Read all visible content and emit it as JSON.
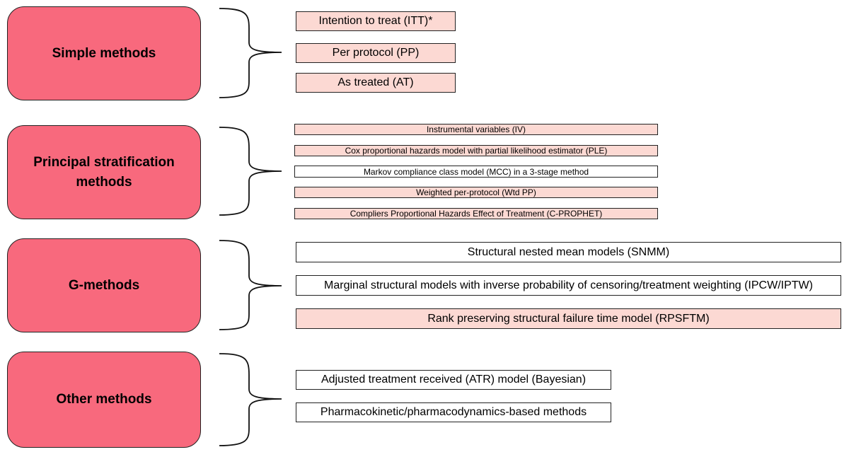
{
  "groups": [
    {
      "category": "Simple methods",
      "items": [
        "Intention to treat (ITT)*",
        "Per protocol (PP)",
        "As treated (AT)"
      ]
    },
    {
      "category": "Principal stratification methods",
      "items": [
        "Instrumental variables (IV)",
        "Cox proportional hazards model with partial likelihood estimator (PLE)",
        "Markov compliance class model (MCC) in a 3-stage method",
        "Weighted per-protocol (Wtd PP)",
        "Compliers Proportional Hazards Effect of Treatment (C-PROPHET)"
      ]
    },
    {
      "category": "G-methods",
      "items": [
        "Structural nested mean models (SNMM)",
        "Marginal structural models with inverse probability of censoring/treatment weighting (IPCW/IPTW)",
        "Rank preserving structural failure time model (RPSFTM)"
      ]
    },
    {
      "category": "Other methods",
      "items": [
        "Adjusted treatment received (ATR) model (Bayesian)",
        "Pharmacokinetic/pharmacodynamics-based methods"
      ]
    }
  ],
  "colors": {
    "category_fill": "#f8697d",
    "item_fill_pink": "#fcd9d3",
    "item_fill_white": "#ffffff"
  }
}
